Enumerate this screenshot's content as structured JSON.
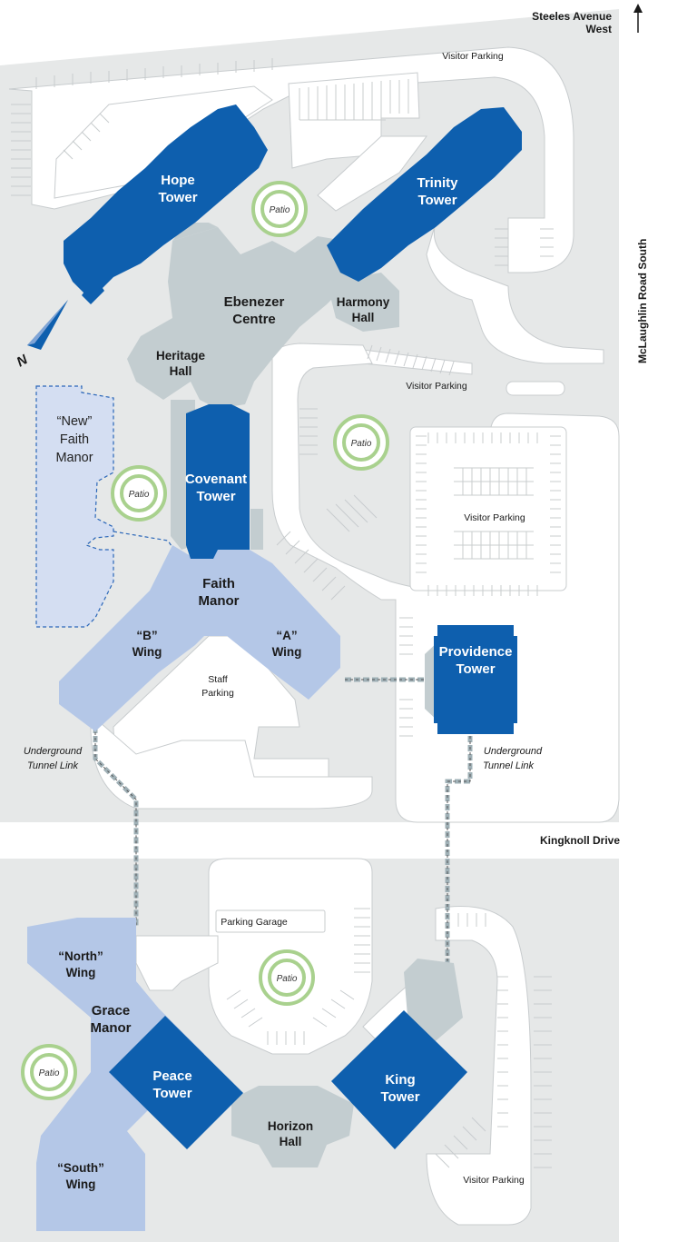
{
  "roads": {
    "steeles_line1": "Steeles Avenue",
    "steeles_line2": "West",
    "mclaughlin": "McLaughlin Road South",
    "kingknoll": "Kingknoll Drive"
  },
  "towers": {
    "hope": [
      "Hope",
      "Tower"
    ],
    "trinity": [
      "Trinity",
      "Tower"
    ],
    "covenant": [
      "Covenant",
      "Tower"
    ],
    "providence": [
      "Providence",
      "Tower"
    ],
    "peace": [
      "Peace",
      "Tower"
    ],
    "king": [
      "King",
      "Tower"
    ]
  },
  "halls": {
    "ebenezer": [
      "Ebenezer",
      "Centre"
    ],
    "harmony": [
      "Harmony",
      "Hall"
    ],
    "heritage": [
      "Heritage",
      "Hall"
    ],
    "horizon": [
      "Horizon",
      "Hall"
    ]
  },
  "manors": {
    "faith": [
      "Faith",
      "Manor"
    ],
    "new_faith": [
      "“New”",
      "Faith",
      "Manor"
    ],
    "b_wing": [
      "“B”",
      "Wing"
    ],
    "a_wing": [
      "“A”",
      "Wing"
    ],
    "grace": [
      "Grace",
      "Manor"
    ],
    "north_wing": [
      "“North”",
      "Wing"
    ],
    "south_wing": [
      "“South”",
      "Wing"
    ]
  },
  "parking": {
    "visitor": "Visitor Parking",
    "staff": [
      "Staff",
      "Parking"
    ],
    "garage": "Parking Garage"
  },
  "tunnel": [
    "Underground",
    "Tunnel Link"
  ],
  "patio": "Patio",
  "compass": "N",
  "colors": {
    "tower": "#0e5fae",
    "manor": "#b4c7e7",
    "new_manor": "#d4def2",
    "hall": "#c3cdd0",
    "ground": "#e6e8e8",
    "patio_ring": "#a9d18e",
    "road_line": "#c8ccce",
    "tunnel": "#9fb0b6"
  }
}
